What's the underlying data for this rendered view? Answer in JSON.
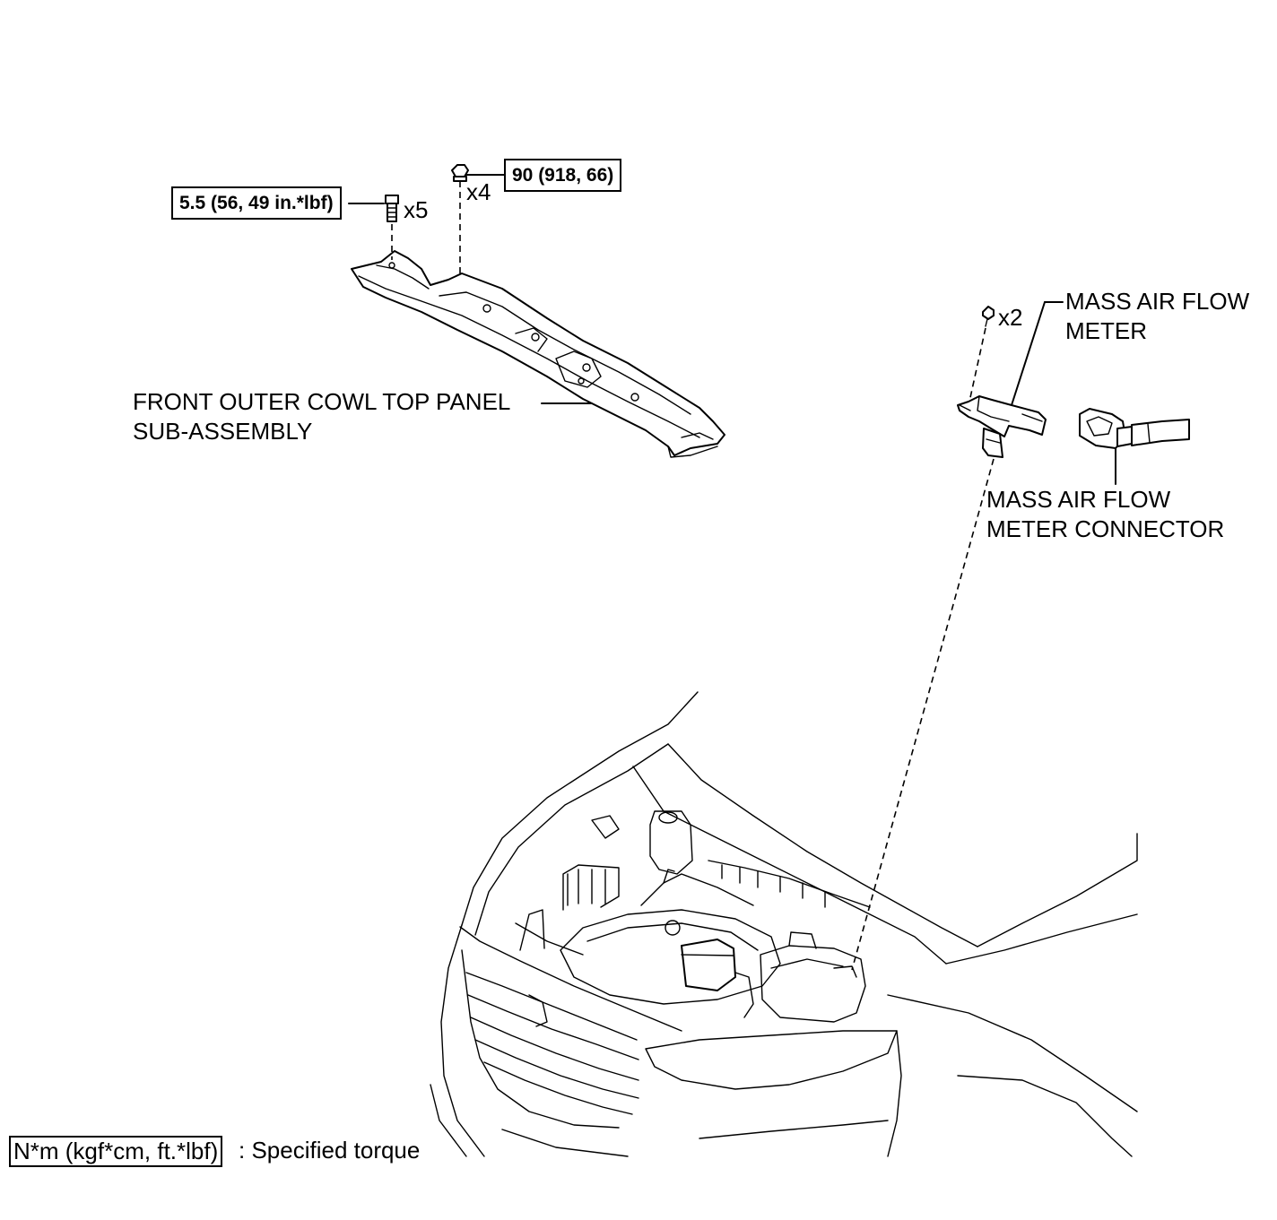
{
  "labels": {
    "cowl_panel_line1": "FRONT OUTER COWL TOP PANEL",
    "cowl_panel_line2": "SUB-ASSEMBLY",
    "maf_meter_line1": "MASS AIR FLOW",
    "maf_meter_line2": "METER",
    "maf_connector_line1": "MASS AIR FLOW",
    "maf_connector_line2": "METER CONNECTOR"
  },
  "fasteners": {
    "bolt_torque": "5.5 (56, 49 in.*lbf)",
    "bolt_qty": "x5",
    "nut_torque": "90 (918, 66)",
    "nut_qty": "x4",
    "screw_qty": "x2"
  },
  "legend": {
    "units": "N*m (kgf*cm, ft.*lbf)",
    "description": ": Specified torque"
  },
  "icons": [
    "bolt-icon",
    "nut-icon",
    "screw-icon",
    "cowl-panel-illustration",
    "maf-meter-illustration",
    "maf-connector-illustration",
    "engine-bay-illustration"
  ]
}
